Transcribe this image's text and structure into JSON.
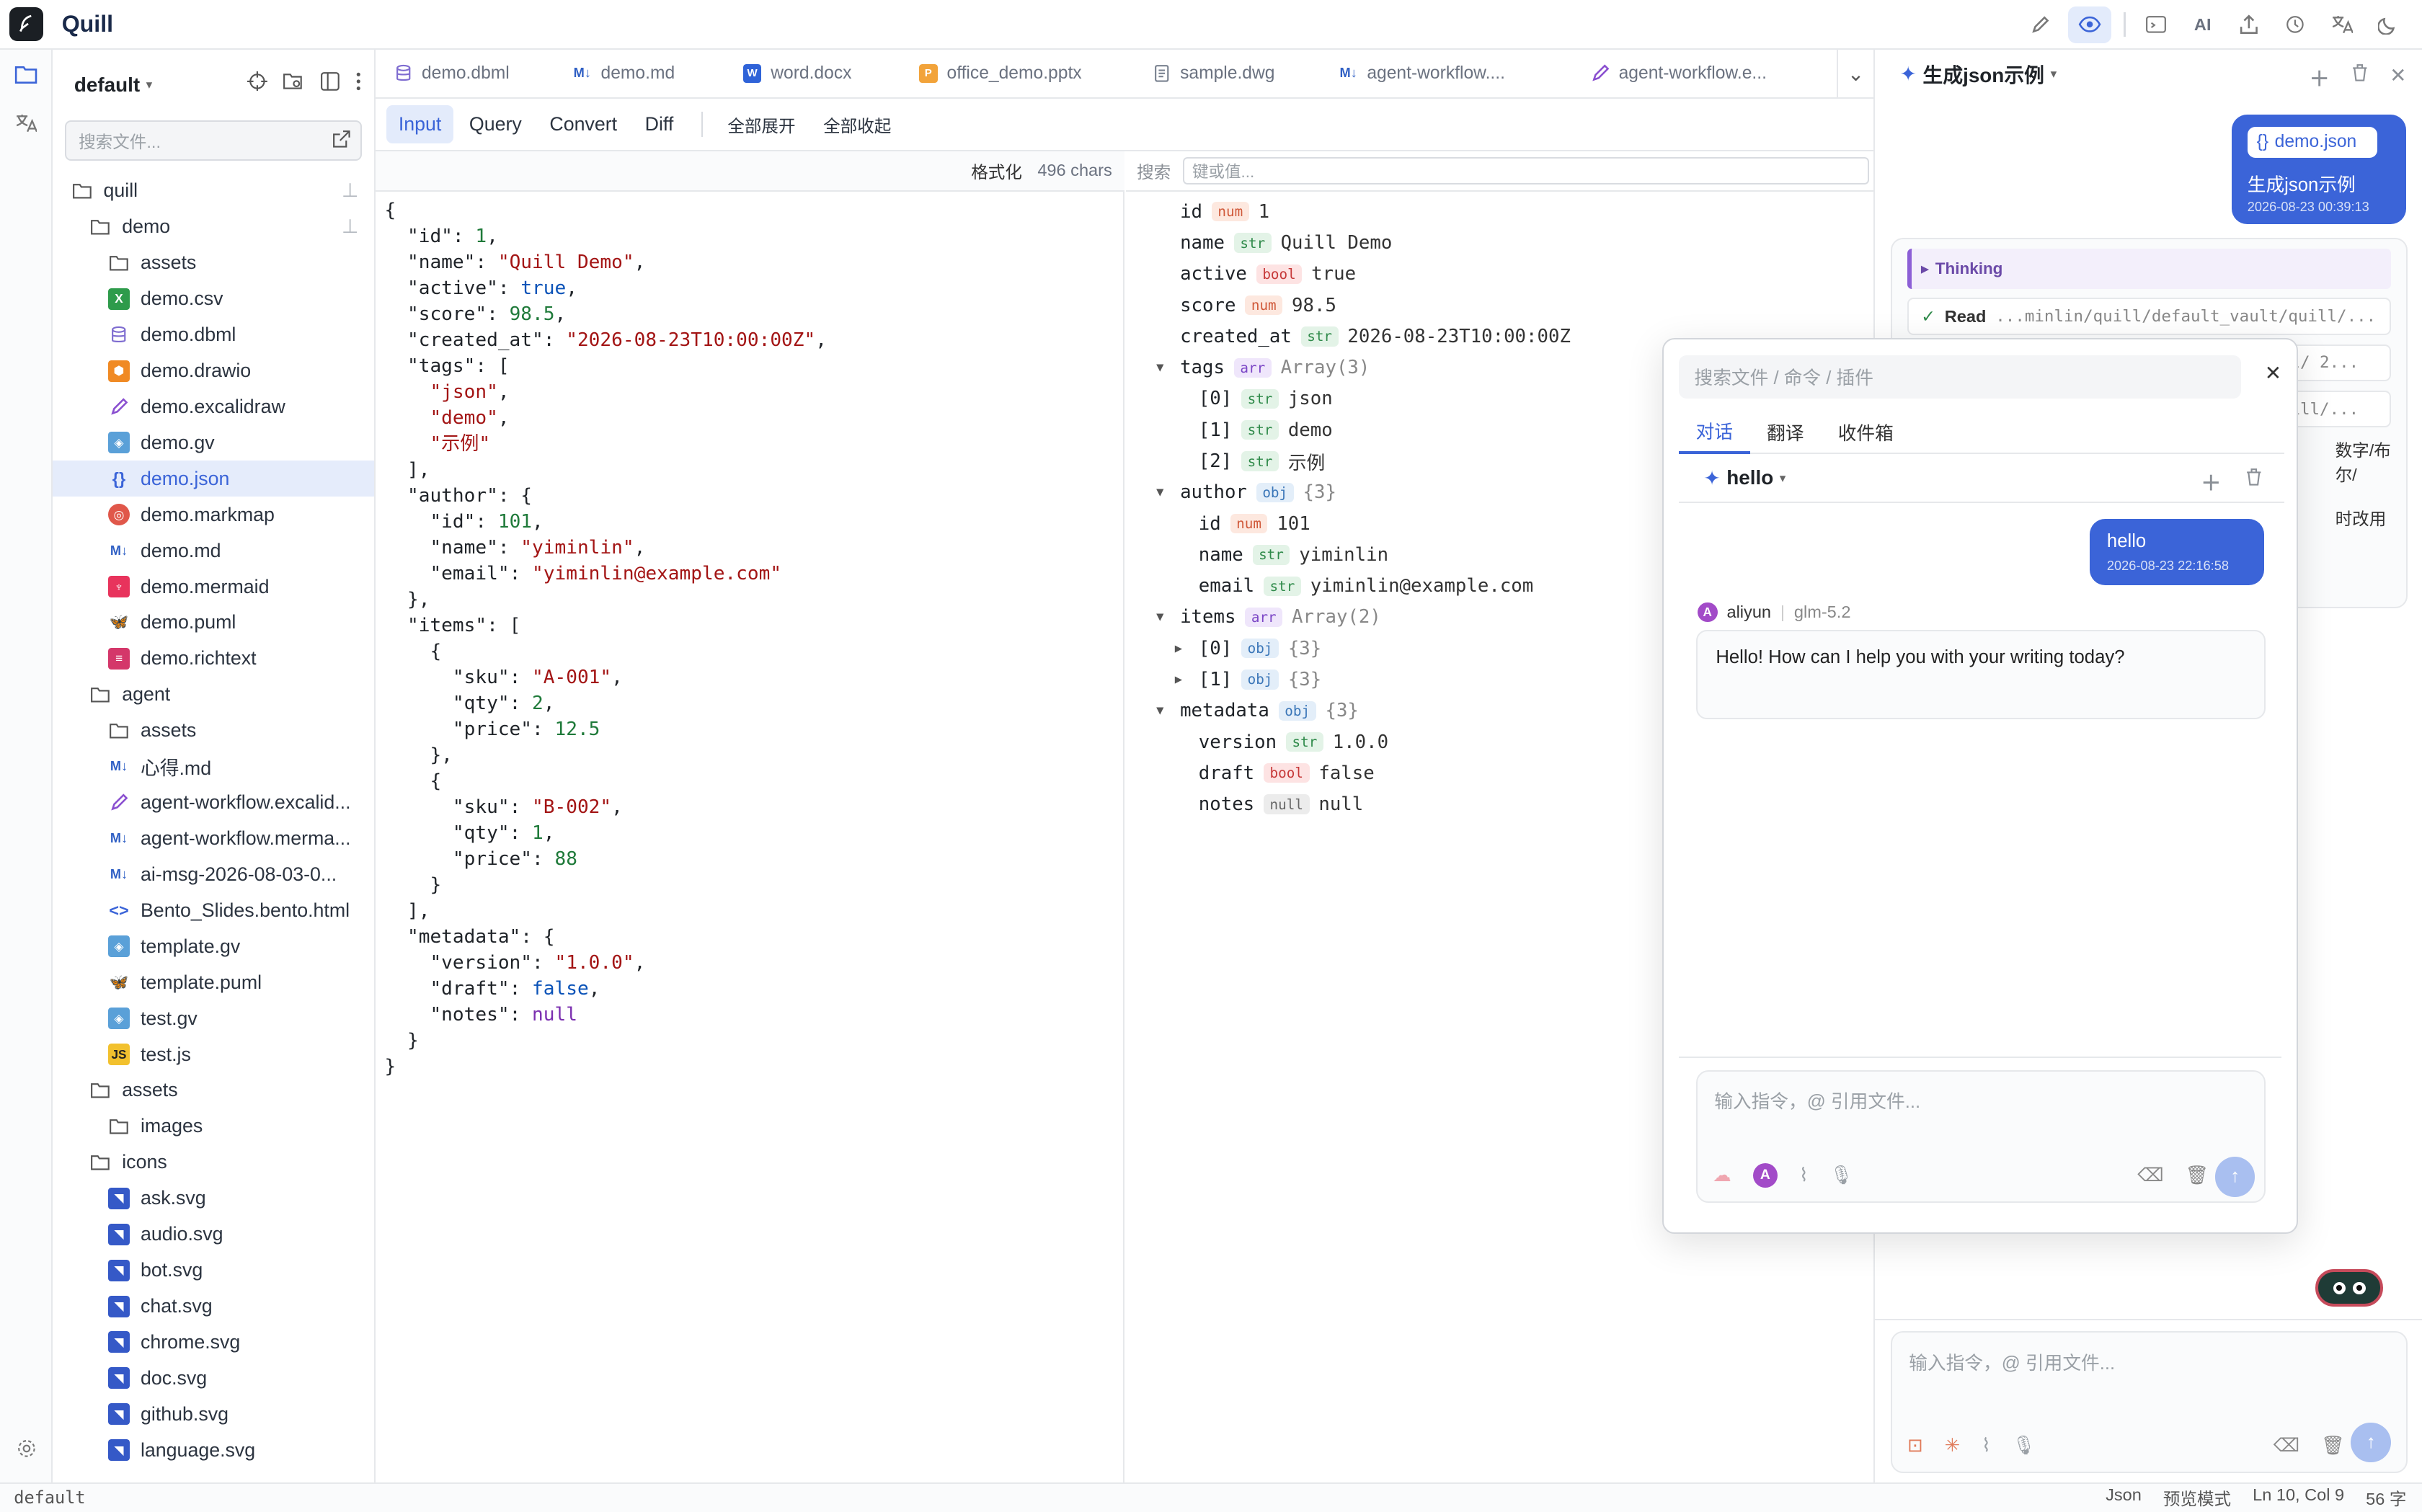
{
  "app": {
    "name": "Quill",
    "logo": "feather-logo"
  },
  "topbar": {
    "icons": [
      "edit-icon",
      "eye-icon",
      "terminal-icon",
      "ai-icon",
      "share-icon",
      "history-icon",
      "translate-icon",
      "moon-icon"
    ],
    "ai_label": "AI"
  },
  "sidebar": {
    "vault": "default",
    "search_placeholder": "搜索文件...",
    "tree": [
      {
        "label": "quill",
        "type": "folder",
        "depth": 0,
        "pinned": true
      },
      {
        "label": "demo",
        "type": "folder",
        "depth": 1,
        "pinned": true
      },
      {
        "label": "assets",
        "type": "folder",
        "depth": 2
      },
      {
        "label": "demo.csv",
        "type": "csv",
        "depth": 2
      },
      {
        "label": "demo.dbml",
        "type": "dbml",
        "depth": 2
      },
      {
        "label": "demo.drawio",
        "type": "drawio",
        "depth": 2
      },
      {
        "label": "demo.excalidraw",
        "type": "excalidraw",
        "depth": 2
      },
      {
        "label": "demo.gv",
        "type": "gv",
        "depth": 2
      },
      {
        "label": "demo.json",
        "type": "json",
        "depth": 2,
        "selected": true
      },
      {
        "label": "demo.markmap",
        "type": "markmap",
        "depth": 2
      },
      {
        "label": "demo.md",
        "type": "md",
        "depth": 2
      },
      {
        "label": "demo.mermaid",
        "type": "mermaid",
        "depth": 2
      },
      {
        "label": "demo.puml",
        "type": "puml",
        "depth": 2
      },
      {
        "label": "demo.richtext",
        "type": "richtext",
        "depth": 2
      },
      {
        "label": "agent",
        "type": "folder",
        "depth": 1
      },
      {
        "label": "assets",
        "type": "folder",
        "depth": 2
      },
      {
        "label": "心得.md",
        "type": "md",
        "depth": 2
      },
      {
        "label": "agent-workflow.excalid...",
        "type": "excalidraw",
        "depth": 2
      },
      {
        "label": "agent-workflow.merma...",
        "type": "md",
        "depth": 2
      },
      {
        "label": "ai-msg-2026-08-03-0...",
        "type": "md",
        "depth": 2
      },
      {
        "label": "Bento_Slides.bento.html",
        "type": "html",
        "depth": 2
      },
      {
        "label": "template.gv",
        "type": "gv",
        "depth": 2
      },
      {
        "label": "template.puml",
        "type": "puml",
        "depth": 2
      },
      {
        "label": "test.gv",
        "type": "gv",
        "depth": 2
      },
      {
        "label": "test.js",
        "type": "js",
        "depth": 2
      },
      {
        "label": "assets",
        "type": "folder",
        "depth": 1
      },
      {
        "label": "images",
        "type": "folder",
        "depth": 2
      },
      {
        "label": "icons",
        "type": "folder",
        "depth": 1
      },
      {
        "label": "ask.svg",
        "type": "svg",
        "depth": 2
      },
      {
        "label": "audio.svg",
        "type": "svg",
        "depth": 2
      },
      {
        "label": "bot.svg",
        "type": "svg",
        "depth": 2
      },
      {
        "label": "chat.svg",
        "type": "svg",
        "depth": 2
      },
      {
        "label": "chrome.svg",
        "type": "svg",
        "depth": 2
      },
      {
        "label": "doc.svg",
        "type": "svg",
        "depth": 2
      },
      {
        "label": "github.svg",
        "type": "svg",
        "depth": 2
      },
      {
        "label": "language.svg",
        "type": "svg",
        "depth": 2
      }
    ]
  },
  "tabs": [
    {
      "label": "demo.dbml",
      "icon": "dbml"
    },
    {
      "label": "demo.md",
      "icon": "md"
    },
    {
      "label": "word.docx",
      "icon": "docx"
    },
    {
      "label": "office_demo.pptx",
      "icon": "pptx"
    },
    {
      "label": "sample.dwg",
      "icon": "dwg"
    },
    {
      "label": "agent-workflow....",
      "icon": "md"
    },
    {
      "label": "agent-workflow.e...",
      "icon": "excalidraw"
    }
  ],
  "toolbar": {
    "modes": [
      "Input",
      "Query",
      "Convert",
      "Diff"
    ],
    "active": "Input",
    "expand_all": "全部展开",
    "collapse_all": "全部收起"
  },
  "editor": {
    "format_label": "格式化",
    "chars": "496 chars"
  },
  "json_lines": [
    [
      [
        "p",
        "{"
      ]
    ],
    [
      [
        "p",
        "  "
      ],
      [
        "k",
        "\"id\""
      ],
      [
        "p",
        ": "
      ],
      [
        "n",
        "1"
      ],
      [
        "p",
        ","
      ]
    ],
    [
      [
        "p",
        "  "
      ],
      [
        "k",
        "\"name\""
      ],
      [
        "p",
        ": "
      ],
      [
        "s",
        "\"Quill Demo\""
      ],
      [
        "p",
        ","
      ]
    ],
    [
      [
        "p",
        "  "
      ],
      [
        "k",
        "\"active\""
      ],
      [
        "p",
        ": "
      ],
      [
        "b",
        "true"
      ],
      [
        "p",
        ","
      ]
    ],
    [
      [
        "p",
        "  "
      ],
      [
        "k",
        "\"score\""
      ],
      [
        "p",
        ": "
      ],
      [
        "n",
        "98.5"
      ],
      [
        "p",
        ","
      ]
    ],
    [
      [
        "p",
        "  "
      ],
      [
        "k",
        "\"created_at\""
      ],
      [
        "p",
        ": "
      ],
      [
        "s",
        "\"2026-08-23T10:00:00Z\""
      ],
      [
        "p",
        ","
      ]
    ],
    [
      [
        "p",
        "  "
      ],
      [
        "k",
        "\"tags\""
      ],
      [
        "p",
        ": ["
      ]
    ],
    [
      [
        "p",
        "    "
      ],
      [
        "s",
        "\"json\""
      ],
      [
        "p",
        ","
      ]
    ],
    [
      [
        "p",
        "    "
      ],
      [
        "s",
        "\"demo\""
      ],
      [
        "p",
        ","
      ]
    ],
    [
      [
        "p",
        "    "
      ],
      [
        "s",
        "\"示例\""
      ]
    ],
    [
      [
        "p",
        "  ],"
      ]
    ],
    [
      [
        "p",
        "  "
      ],
      [
        "k",
        "\"author\""
      ],
      [
        "p",
        ": {"
      ]
    ],
    [
      [
        "p",
        "    "
      ],
      [
        "k",
        "\"id\""
      ],
      [
        "p",
        ": "
      ],
      [
        "n",
        "101"
      ],
      [
        "p",
        ","
      ]
    ],
    [
      [
        "p",
        "    "
      ],
      [
        "k",
        "\"name\""
      ],
      [
        "p",
        ": "
      ],
      [
        "s",
        "\"yiminlin\""
      ],
      [
        "p",
        ","
      ]
    ],
    [
      [
        "p",
        "    "
      ],
      [
        "k",
        "\"email\""
      ],
      [
        "p",
        ": "
      ],
      [
        "s",
        "\"yiminlin@example.com\""
      ]
    ],
    [
      [
        "p",
        "  },"
      ]
    ],
    [
      [
        "p",
        "  "
      ],
      [
        "k",
        "\"items\""
      ],
      [
        "p",
        ": ["
      ]
    ],
    [
      [
        "p",
        "    {"
      ]
    ],
    [
      [
        "p",
        "      "
      ],
      [
        "k",
        "\"sku\""
      ],
      [
        "p",
        ": "
      ],
      [
        "s",
        "\"A-001\""
      ],
      [
        "p",
        ","
      ]
    ],
    [
      [
        "p",
        "      "
      ],
      [
        "k",
        "\"qty\""
      ],
      [
        "p",
        ": "
      ],
      [
        "n",
        "2"
      ],
      [
        "p",
        ","
      ]
    ],
    [
      [
        "p",
        "      "
      ],
      [
        "k",
        "\"price\""
      ],
      [
        "p",
        ": "
      ],
      [
        "n",
        "12.5"
      ]
    ],
    [
      [
        "p",
        "    },"
      ]
    ],
    [
      [
        "p",
        "    {"
      ]
    ],
    [
      [
        "p",
        "      "
      ],
      [
        "k",
        "\"sku\""
      ],
      [
        "p",
        ": "
      ],
      [
        "s",
        "\"B-002\""
      ],
      [
        "p",
        ","
      ]
    ],
    [
      [
        "p",
        "      "
      ],
      [
        "k",
        "\"qty\""
      ],
      [
        "p",
        ": "
      ],
      [
        "n",
        "1"
      ],
      [
        "p",
        ","
      ]
    ],
    [
      [
        "p",
        "      "
      ],
      [
        "k",
        "\"price\""
      ],
      [
        "p",
        ": "
      ],
      [
        "n",
        "88"
      ]
    ],
    [
      [
        "p",
        "    }"
      ]
    ],
    [
      [
        "p",
        "  ],"
      ]
    ],
    [
      [
        "p",
        "  "
      ],
      [
        "k",
        "\"metadata\""
      ],
      [
        "p",
        ": {"
      ]
    ],
    [
      [
        "p",
        "    "
      ],
      [
        "k",
        "\"version\""
      ],
      [
        "p",
        ": "
      ],
      [
        "s",
        "\"1.0.0\""
      ],
      [
        "p",
        ","
      ]
    ],
    [
      [
        "p",
        "    "
      ],
      [
        "k",
        "\"draft\""
      ],
      [
        "p",
        ": "
      ],
      [
        "b",
        "false"
      ],
      [
        "p",
        ","
      ]
    ],
    [
      [
        "p",
        "    "
      ],
      [
        "k",
        "\"notes\""
      ],
      [
        "p",
        ": "
      ],
      [
        "nl",
        "null"
      ]
    ],
    [
      [
        "p",
        "  }"
      ]
    ],
    [
      [
        "p",
        "}"
      ]
    ]
  ],
  "viewer": {
    "search_label": "搜索",
    "search_placeholder": "键或值...",
    "rows": [
      {
        "depth": 0,
        "twist": "",
        "key": "id",
        "type": "num",
        "value": "1"
      },
      {
        "depth": 0,
        "twist": "",
        "key": "name",
        "type": "str",
        "value": "Quill Demo"
      },
      {
        "depth": 0,
        "twist": "",
        "key": "active",
        "type": "bool",
        "value": "true"
      },
      {
        "depth": 0,
        "twist": "",
        "key": "score",
        "type": "num",
        "value": "98.5"
      },
      {
        "depth": 0,
        "twist": "",
        "key": "created_at",
        "type": "str",
        "value": "2026-08-23T10:00:00Z"
      },
      {
        "depth": 0,
        "twist": "open",
        "key": "tags",
        "type": "arr",
        "value": "Array(3)",
        "muted": true
      },
      {
        "depth": 1,
        "twist": "",
        "key": "[0]",
        "type": "str",
        "value": "json"
      },
      {
        "depth": 1,
        "twist": "",
        "key": "[1]",
        "type": "str",
        "value": "demo"
      },
      {
        "depth": 1,
        "twist": "",
        "key": "[2]",
        "type": "str",
        "value": "示例"
      },
      {
        "depth": 0,
        "twist": "open",
        "key": "author",
        "type": "obj",
        "value": "{3}",
        "muted": true
      },
      {
        "depth": 1,
        "twist": "",
        "key": "id",
        "type": "num",
        "value": "101"
      },
      {
        "depth": 1,
        "twist": "",
        "key": "name",
        "type": "str",
        "value": "yiminlin"
      },
      {
        "depth": 1,
        "twist": "",
        "key": "email",
        "type": "str",
        "value": "yiminlin@example.com"
      },
      {
        "depth": 0,
        "twist": "open",
        "key": "items",
        "type": "arr",
        "value": "Array(2)",
        "muted": true
      },
      {
        "depth": 1,
        "twist": "closed",
        "key": "[0]",
        "type": "obj",
        "value": "{3}",
        "muted": true
      },
      {
        "depth": 1,
        "twist": "closed",
        "key": "[1]",
        "type": "obj",
        "value": "{3}",
        "muted": true
      },
      {
        "depth": 0,
        "twist": "open",
        "key": "metadata",
        "type": "obj",
        "value": "{3}",
        "muted": true
      },
      {
        "depth": 1,
        "twist": "",
        "key": "version",
        "type": "str",
        "value": "1.0.0"
      },
      {
        "depth": 1,
        "twist": "",
        "key": "draft",
        "type": "bool",
        "value": "false"
      },
      {
        "depth": 1,
        "twist": "",
        "key": "notes",
        "type": "null",
        "value": "null"
      }
    ]
  },
  "right_panel": {
    "title": "生成json示例",
    "chip": "demo.json",
    "user_msg": "生成json示例",
    "user_time": "2026-08-23 00:39:13",
    "thinking": "Thinking",
    "read_label": "Read",
    "read_path": "...minlin/quill/default_vault/quill/...",
    "frag1": "l/ 2...",
    "frag2": "uill/...",
    "frag3": "数字/布尔/",
    "frag4": "时改用",
    "input_placeholder": "输入指令，@ 引用文件..."
  },
  "popup": {
    "search_placeholder": "搜索文件 / 命令 / 插件",
    "tabs": [
      "对话",
      "翻译",
      "收件箱"
    ],
    "active_tab": "对话",
    "conv_title": "hello",
    "user_msg": "hello",
    "user_time": "2026-08-23 22:16:58",
    "provider": "aliyun",
    "model": "glm-5.2",
    "reply": "Hello! How can I help you with your writing today?",
    "input_placeholder": "输入指令，@ 引用文件..."
  },
  "status": {
    "left": "default",
    "lang": "Json",
    "mode": "预览模式",
    "pos": "Ln 10, Col 9",
    "words": "56 字"
  }
}
